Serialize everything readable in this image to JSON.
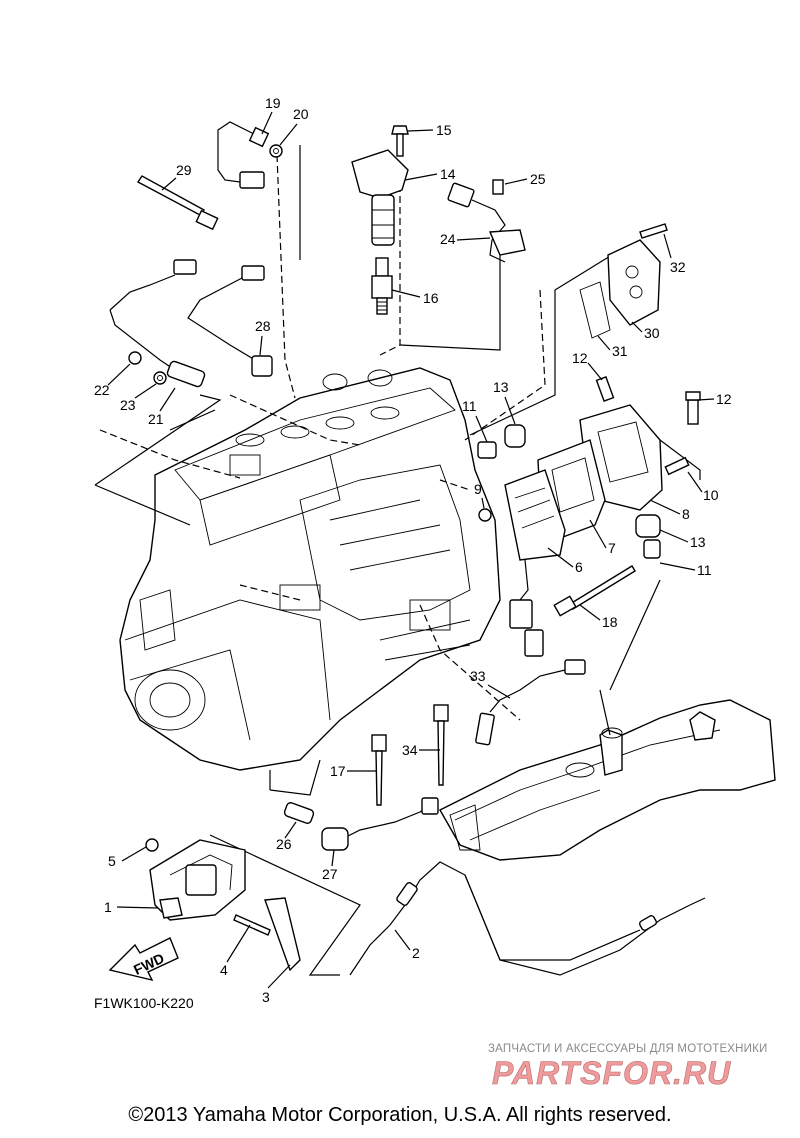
{
  "diagram_code": "F1WK100-K220",
  "fwd_arrow_label": "FWD",
  "part_numbers": [
    "1",
    "2",
    "3",
    "4",
    "5",
    "6",
    "7",
    "8",
    "9",
    "10",
    "11",
    "11",
    "12",
    "12",
    "13",
    "13",
    "14",
    "15",
    "16",
    "17",
    "18",
    "19",
    "20",
    "21",
    "22",
    "23",
    "24",
    "25",
    "26",
    "27",
    "28",
    "29",
    "30",
    "31",
    "32",
    "33",
    "34"
  ],
  "watermark": {
    "tagline": "ЗАПЧАСТИ И АКСЕССУАРЫ ДЛЯ МОТОТЕХНИКИ",
    "logo": "PARTSFOR.RU"
  },
  "copyright": "©2013 Yamaha Motor Corporation, U.S.A. All rights reserved."
}
